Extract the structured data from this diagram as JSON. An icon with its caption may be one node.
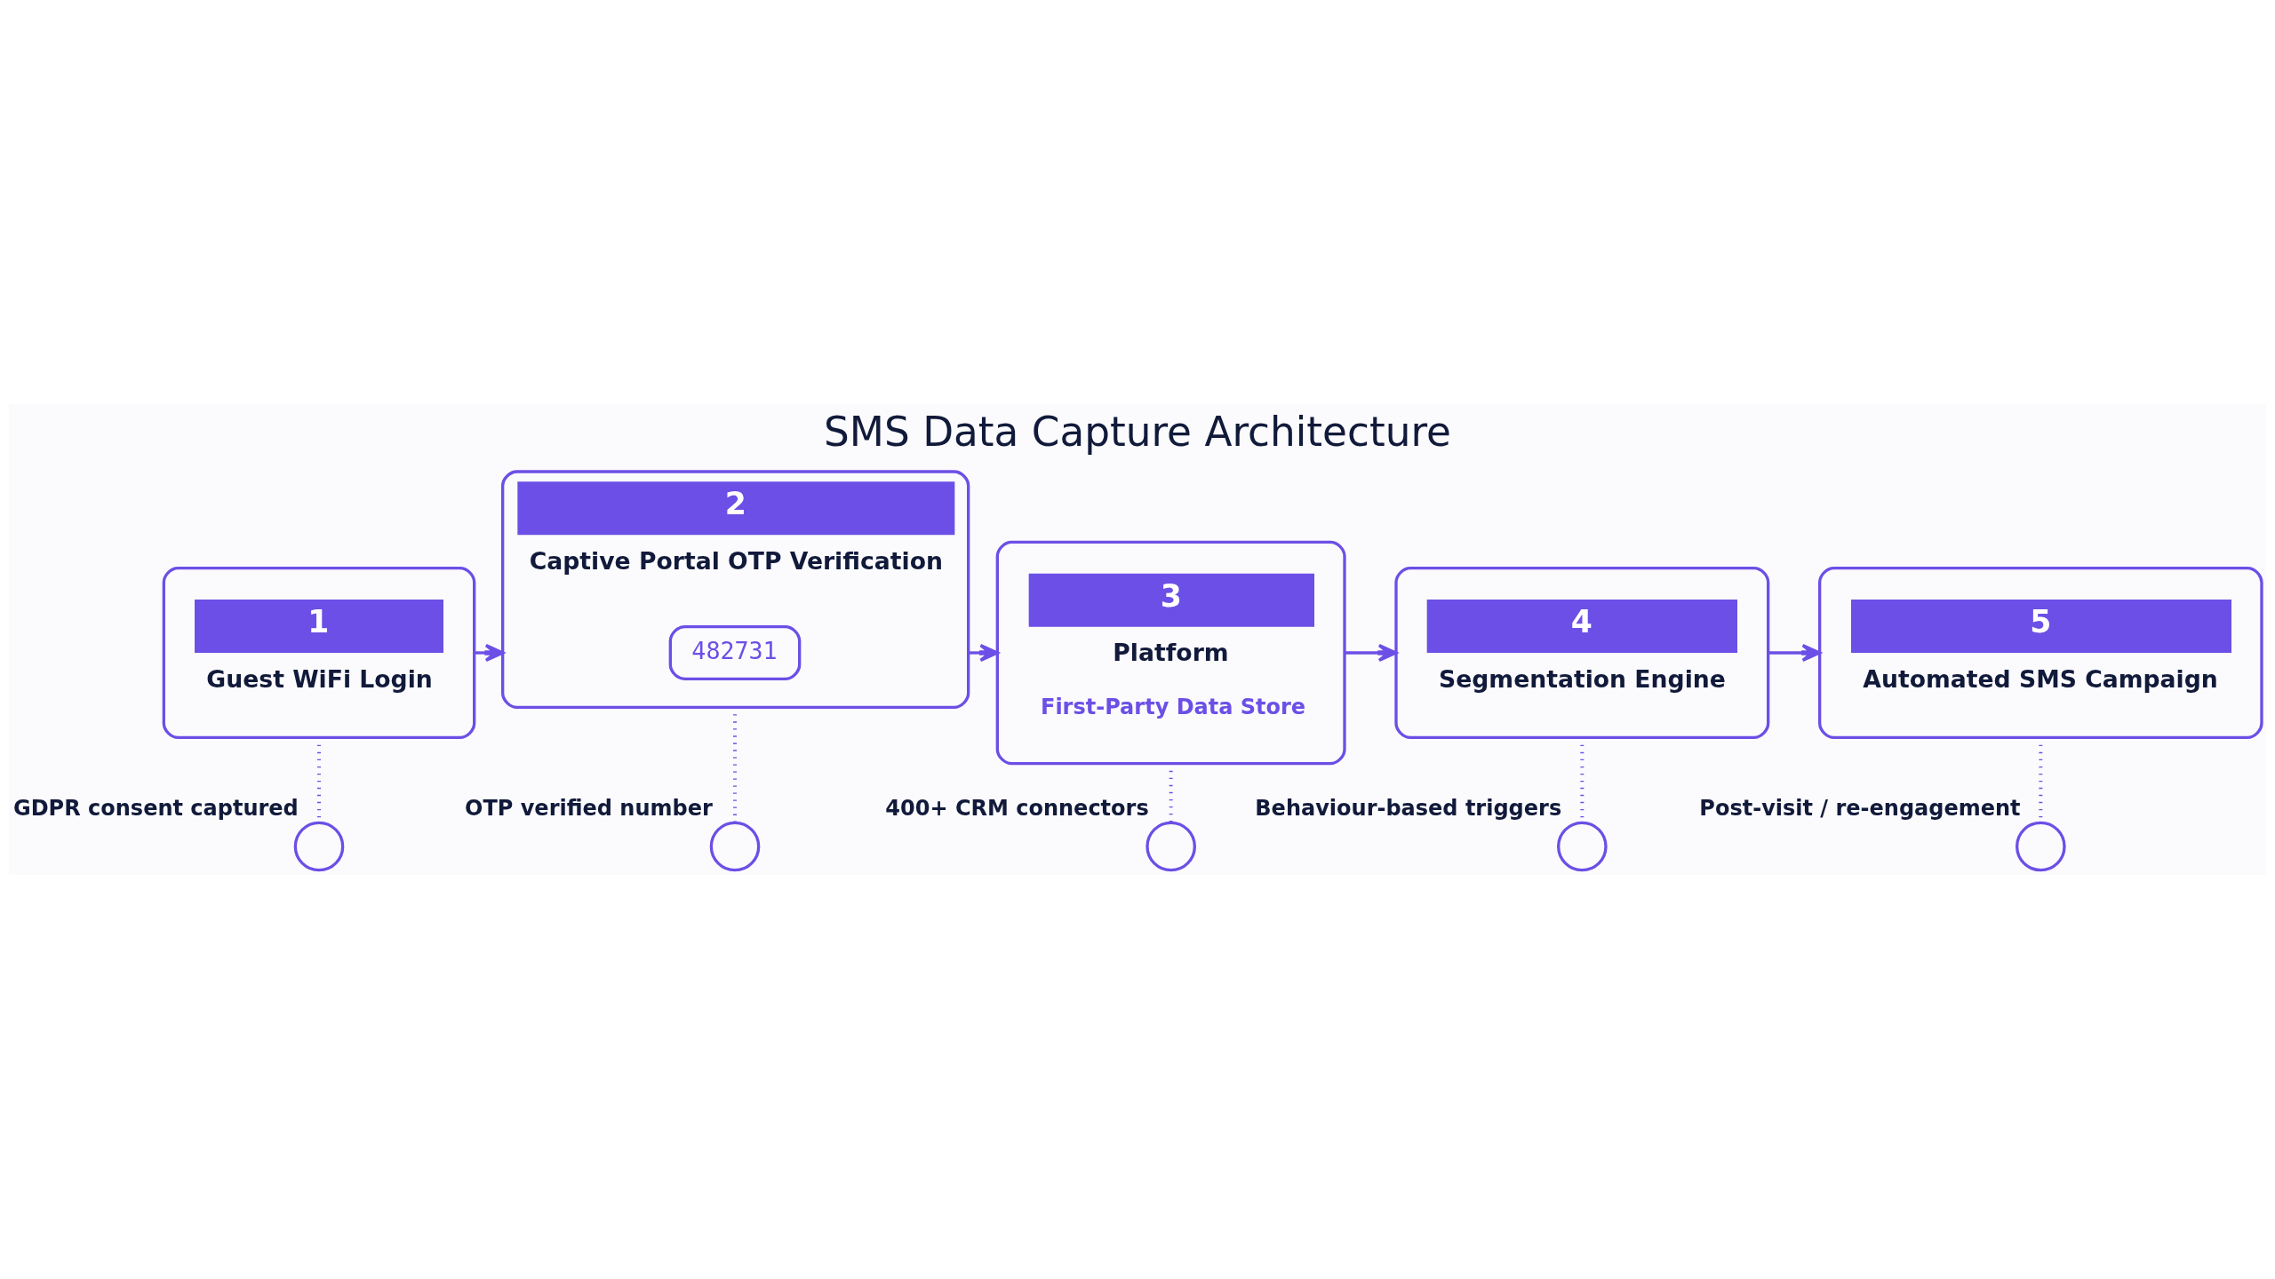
{
  "diagram": {
    "title": "SMS Data Capture Architecture",
    "nodes": [
      {
        "text": [
          "1",
          "Guest WiFi Login"
        ]
      },
      {
        "text": [
          "2",
          "Captive Portal OTP Verification"
        ]
      },
      {
        "text": [
          "482731"
        ],
        "in": 1
      },
      {
        "text": [
          "3",
          "Platform",
          "First-Party Data Store"
        ]
      },
      {
        "text": [
          "4",
          "Segmentation Engine"
        ]
      },
      {
        "text": [
          "5",
          "Automated SMS Campaign"
        ]
      },
      {
        "text": [],
        "shape": "circle",
        "beside": [
          "GDPR consent captured"
        ]
      },
      {
        "text": [],
        "shape": "circle",
        "beside": [
          "OTP verified number"
        ]
      },
      {
        "text": [],
        "shape": "circle",
        "beside": [
          "400+ CRM connectors"
        ]
      },
      {
        "text": [],
        "shape": "circle",
        "beside": [
          "Behaviour-based triggers"
        ]
      },
      {
        "text": [],
        "shape": "circle",
        "beside": [
          "Post-visit / re-engagement"
        ]
      }
    ],
    "edges": [
      {
        "from": 0,
        "to": 1,
        "arrow": "to"
      },
      {
        "from": 1,
        "to": 3,
        "arrow": "to"
      },
      {
        "from": 3,
        "to": 4,
        "arrow": "to"
      },
      {
        "from": 4,
        "to": 5,
        "arrow": "to"
      },
      {
        "from": 0,
        "to": 6,
        "arrow": "none",
        "style": "dashed"
      },
      {
        "from": 1,
        "to": 7,
        "arrow": "none",
        "style": "dashed"
      },
      {
        "from": 3,
        "to": 8,
        "arrow": "none",
        "style": "dashed"
      },
      {
        "from": 4,
        "to": 9,
        "arrow": "none",
        "style": "dashed"
      },
      {
        "from": 5,
        "to": 10,
        "arrow": "none",
        "style": "dashed"
      }
    ]
  }
}
